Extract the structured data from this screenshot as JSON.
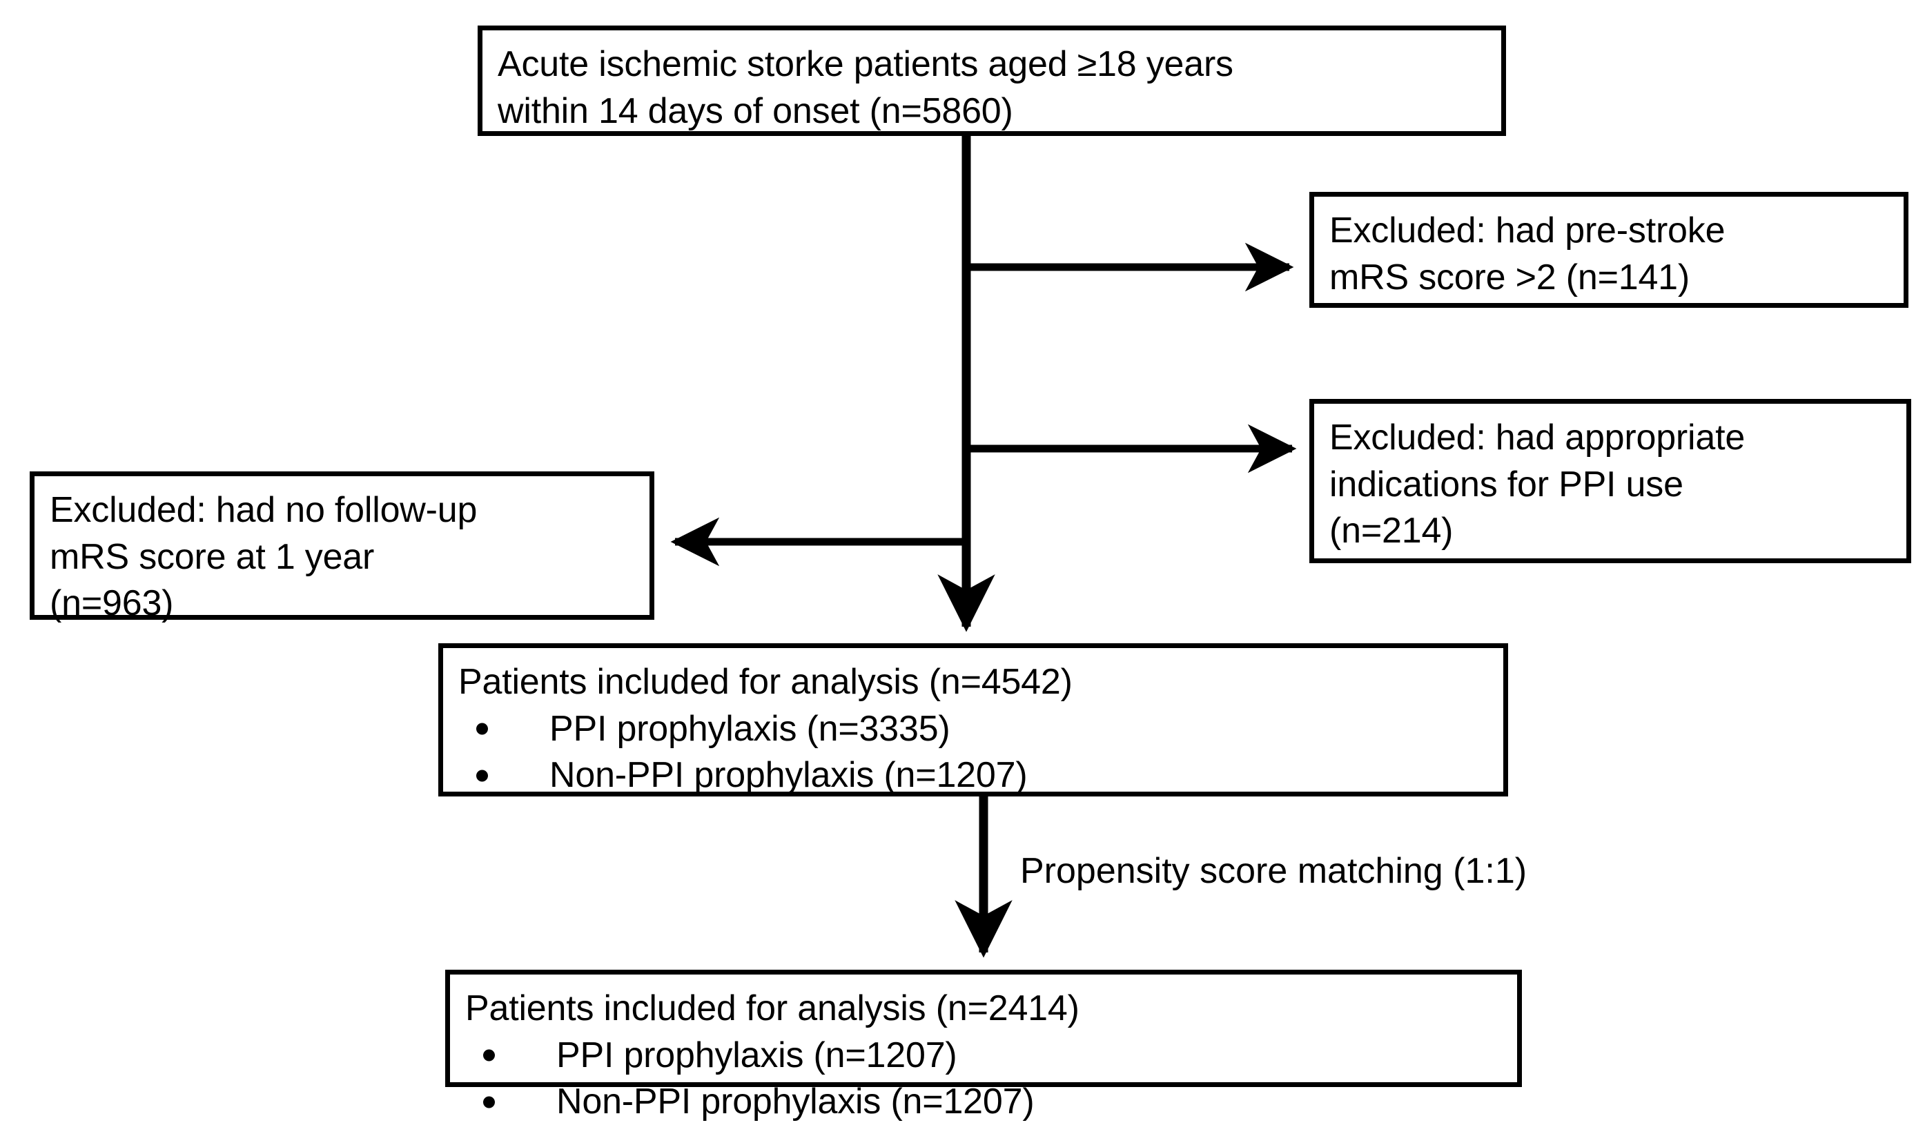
{
  "diagram": {
    "title_hidden": "",
    "nodes": {
      "top": {
        "lines": [
          "Acute ischemic storke patients aged ≥18 years",
          "within 14 days of onset (n=5860)"
        ]
      },
      "excluded_prestroke": {
        "lines": [
          "Excluded: had pre-stroke",
          "mRS score >2 (n=141)"
        ]
      },
      "excluded_indications": {
        "lines": [
          "Excluded: had appropriate",
          "indications for PPI use",
          "(n=214)"
        ]
      },
      "excluded_followup": {
        "lines": [
          "Excluded: had no follow-up",
          "mRS score at 1 year",
          "(n=963)"
        ]
      },
      "analysis": {
        "heading": "Patients included for analysis (n=4542)",
        "bullets": [
          "PPI prophylaxis (n=3335)",
          "Non-PPI prophylaxis (n=1207)"
        ]
      },
      "matched": {
        "heading": "Patients included for analysis (n=2414)",
        "bullets": [
          "PPI prophylaxis (n=1207)",
          "Non-PPI prophylaxis (n=1207)"
        ]
      }
    },
    "edge_labels": {
      "propensity": "Propensity score matching (1:1)"
    },
    "colors": {
      "stroke": "#000000",
      "fill": "#ffffff",
      "text": "#000000"
    }
  }
}
